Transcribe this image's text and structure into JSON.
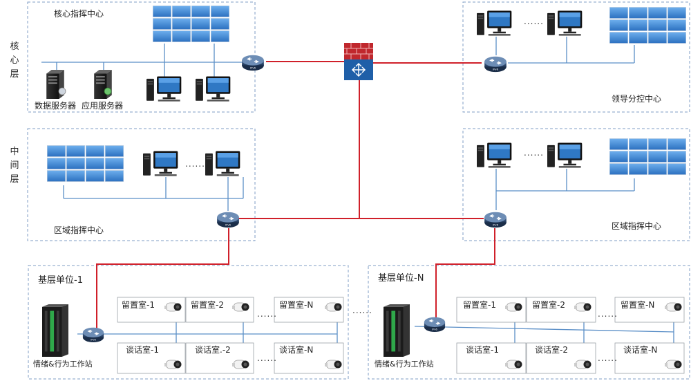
{
  "layers": {
    "core": "核心层",
    "middle": "中间层"
  },
  "core_center": {
    "title": "核心指挥中心",
    "data_server": "数据服务器",
    "app_server": "应用服务器"
  },
  "leader_center": {
    "title": "领导分控中心"
  },
  "region_left": {
    "title": "区域指挥中心"
  },
  "region_right": {
    "title": "区域指挥中心"
  },
  "unit1": {
    "title": "基层单位-1",
    "workstation": "情绪&行为工作站",
    "holding_rooms": [
      "留置室-1",
      "留置室-2",
      "留置室-N"
    ],
    "talk_rooms": [
      "谈话室-1",
      "谈话室.-2",
      "谈话室-N"
    ]
  },
  "unitN": {
    "title": "基层单位-N",
    "workstation": "情绪&行为工作站",
    "holding_rooms": [
      "留置室-1",
      "留置室-2",
      "留置室-N"
    ],
    "talk_rooms": [
      "谈话室-1",
      "谈话室-2",
      "谈话室-N"
    ]
  },
  "ellipsis": "......",
  "colors": {
    "link_red": "#d0202a",
    "link_blue": "#5b8fc7",
    "box_border": "#6e8fb8",
    "screen_blue": "#2f78c4"
  }
}
